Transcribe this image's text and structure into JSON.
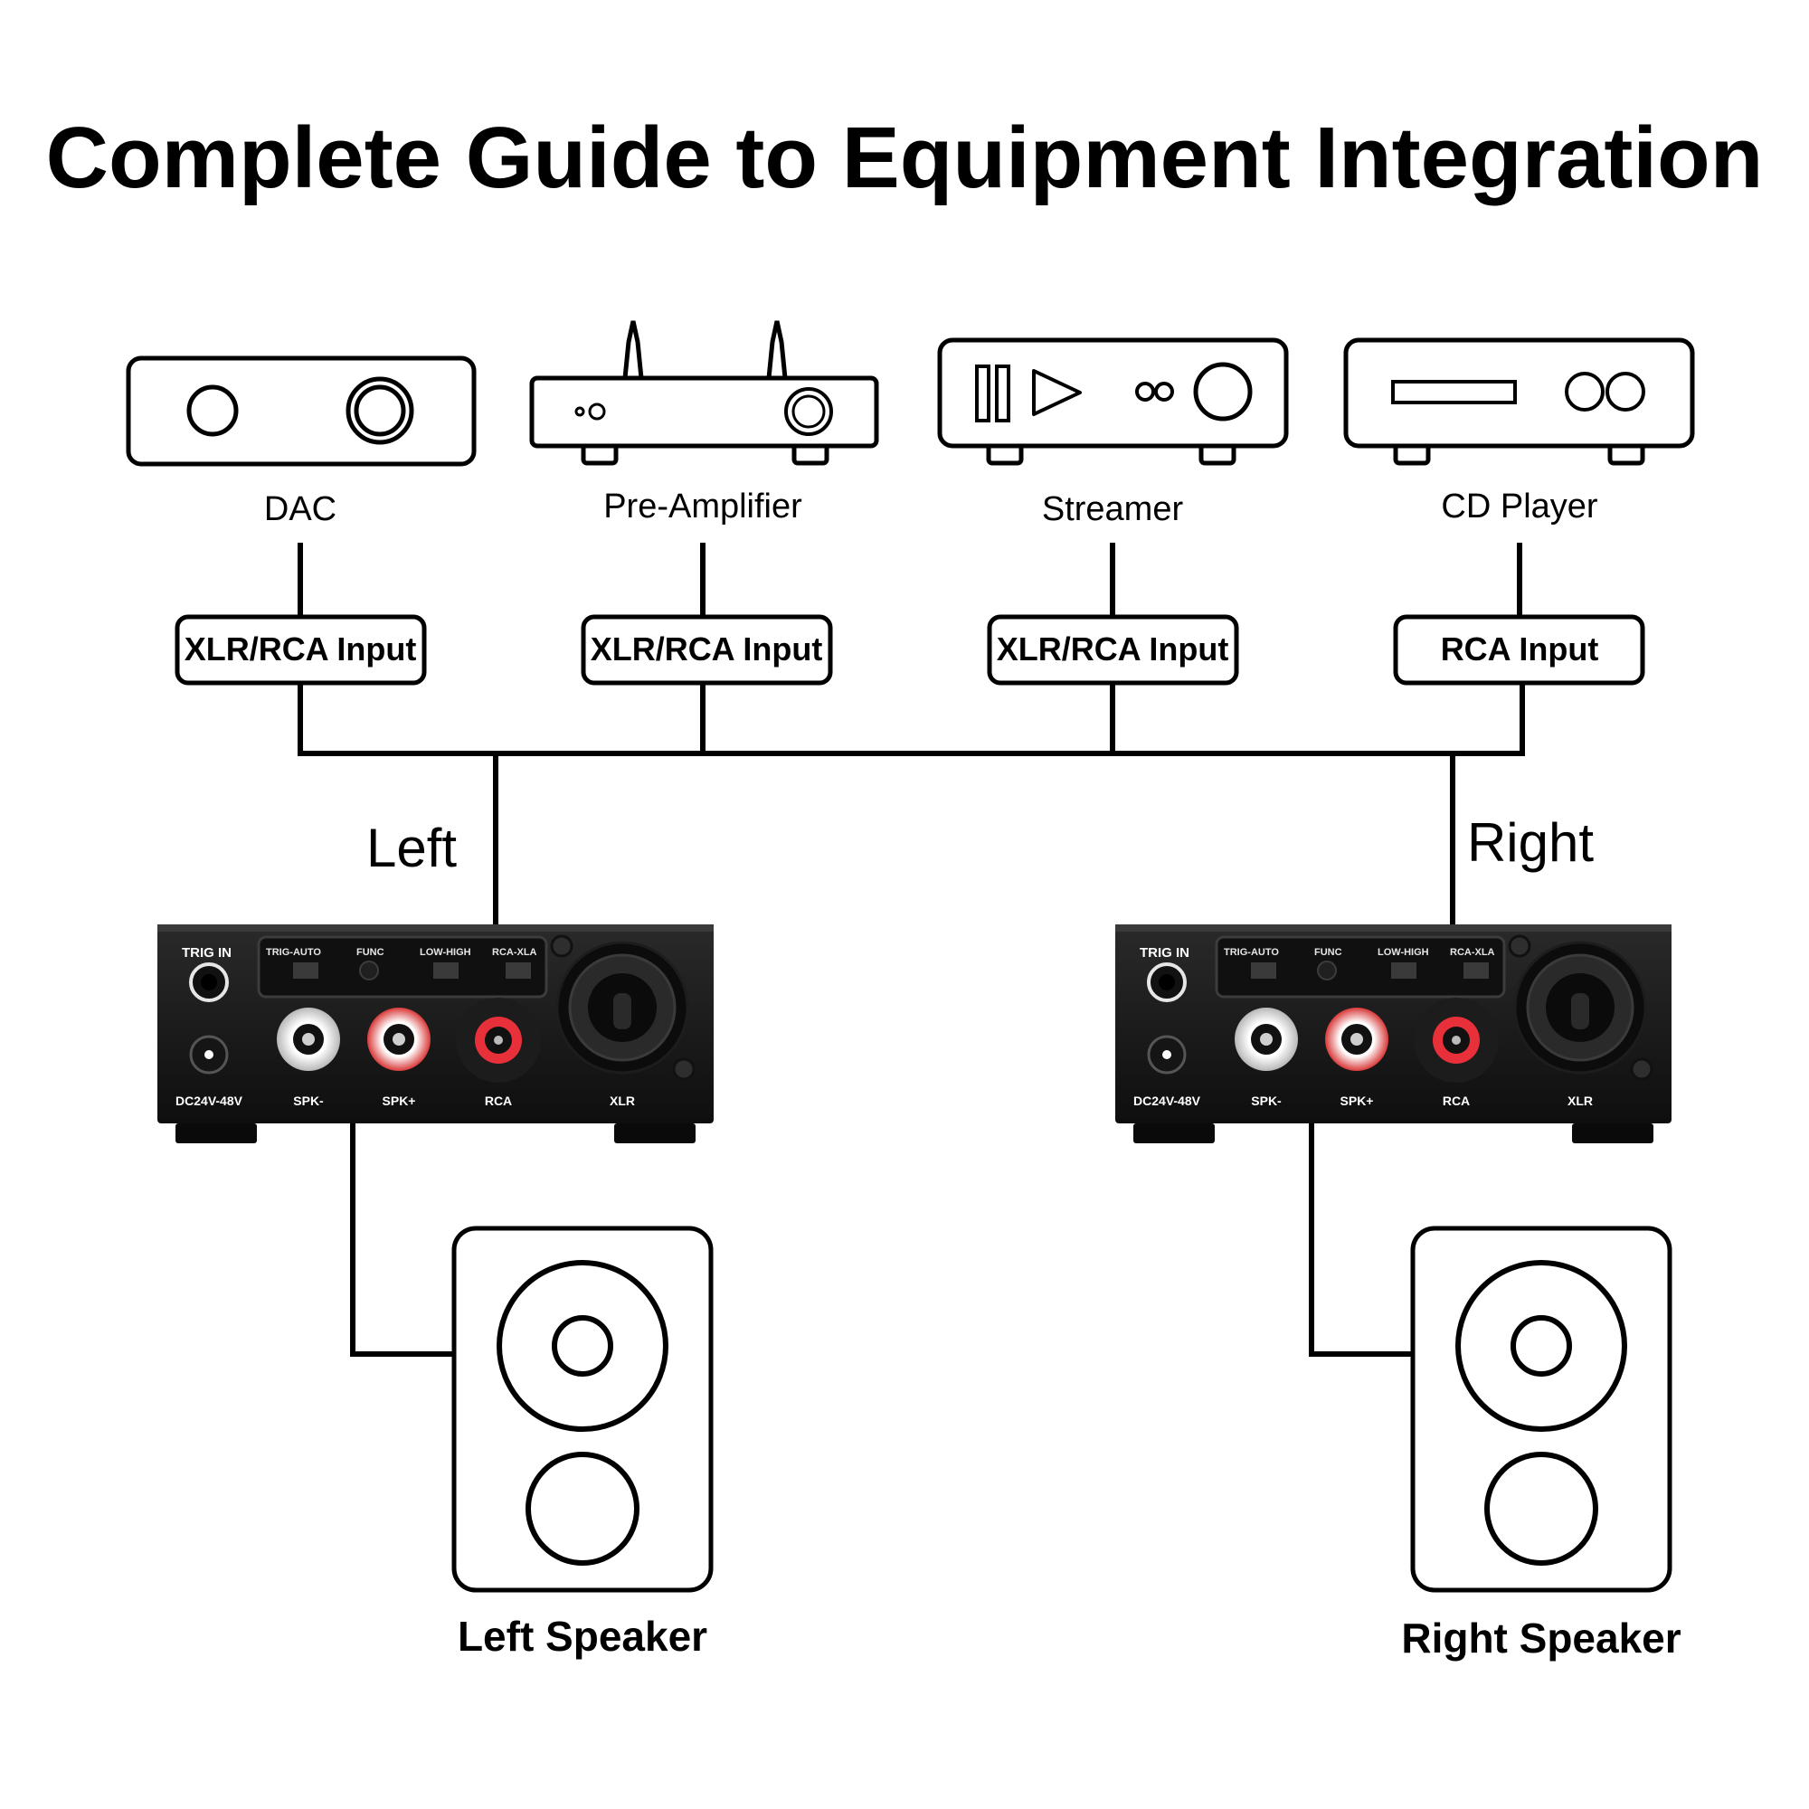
{
  "title": "Complete Guide to Equipment Integration",
  "sources": [
    {
      "name": "DAC",
      "input": "XLR/RCA Input"
    },
    {
      "name": "Pre-Amplifier",
      "input": "XLR/RCA Input"
    },
    {
      "name": "Streamer",
      "input": "XLR/RCA Input"
    },
    {
      "name": "CD Player",
      "input": "RCA Input"
    }
  ],
  "channels": {
    "left": "Left",
    "right": "Right"
  },
  "amplifier": {
    "trig_in": "TRIG IN",
    "switches": [
      "TRIG-AUTO",
      "FUNC",
      "LOW-HIGH",
      "RCA-XLA"
    ],
    "ports": [
      "DC24V-48V",
      "SPK-",
      "SPK+",
      "RCA",
      "XLR"
    ]
  },
  "speakers": {
    "left": "Left Speaker",
    "right": "Right Speaker"
  }
}
